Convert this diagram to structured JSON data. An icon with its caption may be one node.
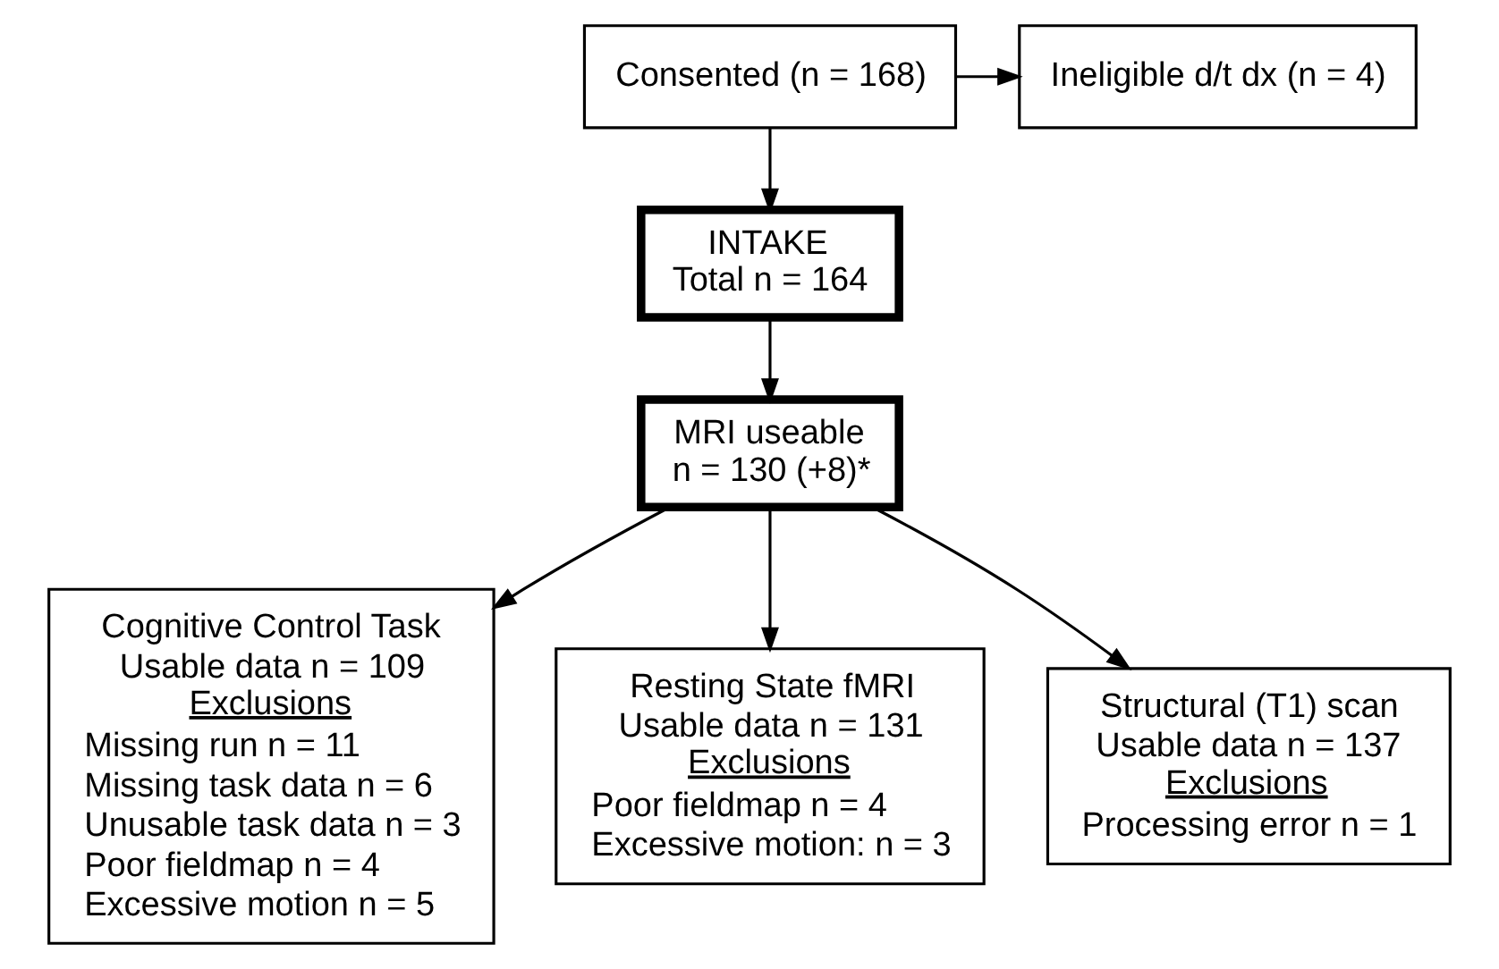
{
  "diagram": {
    "nodes": [
      {
        "text": [
          "Consented (n = 168)"
        ]
      },
      {
        "text": [
          "Ineligible d/t dx (n = 4)"
        ]
      },
      {
        "text": [
          "INTAKE",
          "Total n = 164"
        ]
      },
      {
        "text": [
          "MRI useable",
          "n = 130 (+8)*"
        ]
      },
      {
        "text": [
          "Cognitive Control Task",
          "Usable data n = 109",
          "Exclusions",
          "Missing run n = 11",
          "Missing task data n = 6",
          "Unusable task data n = 3",
          "Poor fieldmap n = 4",
          "Excessive motion n = 5"
        ]
      },
      {
        "text": [
          "Resting State fMRI",
          "Usable data n = 131",
          "Exclusions",
          "Poor fieldmap n = 4",
          "Excessive motion: n = 3"
        ]
      },
      {
        "text": [
          "Structural (T1) scan",
          "Usable data n = 137",
          "Exclusions",
          "Processing error n = 1"
        ]
      }
    ],
    "edges": [
      {
        "from": 0,
        "to": 1,
        "arrow": "to"
      },
      {
        "from": 0,
        "to": 2,
        "arrow": "to"
      },
      {
        "from": 2,
        "to": 3,
        "arrow": "to"
      },
      {
        "from": 3,
        "to": 4,
        "arrow": "to"
      },
      {
        "from": 3,
        "to": 5,
        "arrow": "to"
      },
      {
        "from": 3,
        "to": 6,
        "arrow": "to"
      }
    ]
  }
}
